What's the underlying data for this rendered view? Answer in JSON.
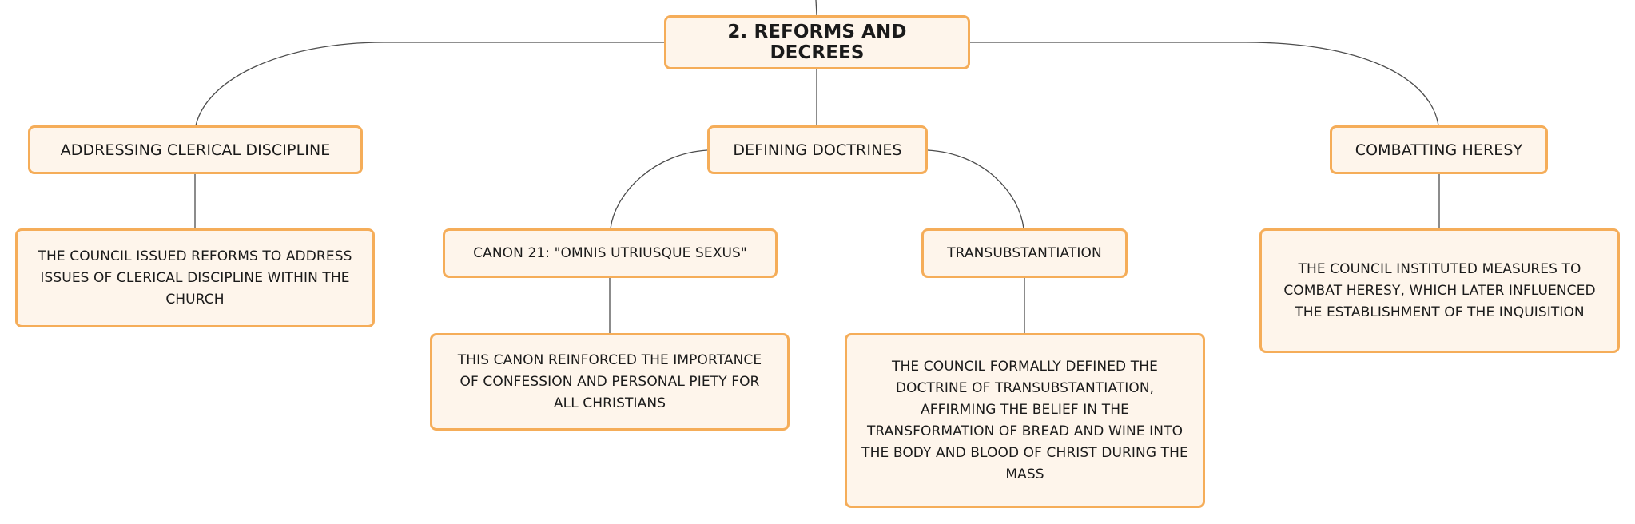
{
  "diagram": {
    "root": {
      "label": "2. REFORMS AND DECREES"
    },
    "branches": {
      "clerical": {
        "label": "ADDRESSING CLERICAL DISCIPLINE",
        "detail": "THE COUNCIL ISSUED REFORMS TO ADDRESS ISSUES OF CLERICAL DISCIPLINE WITHIN THE CHURCH"
      },
      "doctrines": {
        "label": "DEFINING DOCTRINES",
        "children": {
          "canon": {
            "label": "CANON 21: \"OMNIS UTRIUSQUE SEXUS\"",
            "detail": "THIS CANON REINFORCED THE IMPORTANCE OF CONFESSION AND PERSONAL PIETY FOR ALL CHRISTIANS"
          },
          "transub": {
            "label": "TRANSUBSTANTIATION",
            "detail": "THE COUNCIL FORMALLY DEFINED THE DOCTRINE OF TRANSUBSTANTIATION, AFFIRMING THE BELIEF IN THE TRANSFORMATION OF BREAD AND WINE INTO THE BODY AND BLOOD OF CHRIST DURING THE MASS"
          }
        }
      },
      "heresy": {
        "label": "COMBATTING HERESY",
        "detail": "THE COUNCIL INSTITUTED MEASURES TO COMBAT HERESY, WHICH LATER INFLUENCED THE ESTABLISHMENT OF THE INQUISITION"
      }
    }
  },
  "colors": {
    "node_border": "#f5ad59",
    "node_fill": "#fef5eb",
    "connector": "#4d4d4d",
    "text": "#1a1a1a"
  }
}
